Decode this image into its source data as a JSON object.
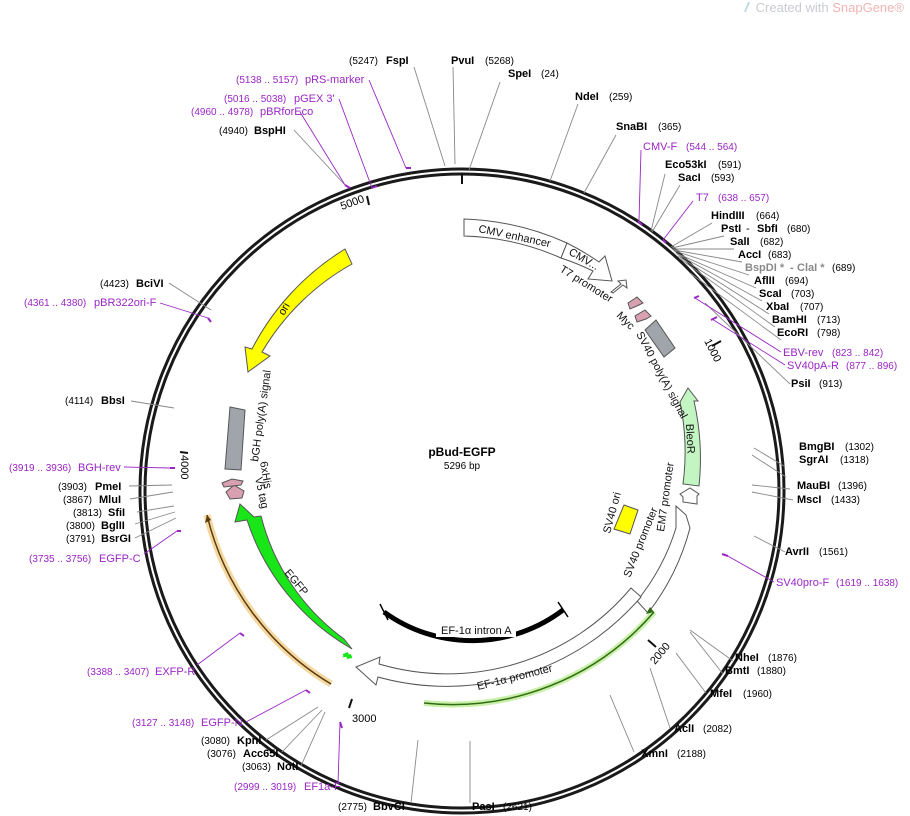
{
  "watermark": {
    "prefix": "Created with ",
    "brand": "SnapGene",
    "mark": "®"
  },
  "map": {
    "name": "pBud-EGFP",
    "size_label": "5296 bp",
    "length": 5296,
    "tick_labels": [
      "1000",
      "2000",
      "3000",
      "4000",
      "5000"
    ]
  },
  "sites": [
    {
      "name": "SpeI",
      "pos": "(24)",
      "side": "r"
    },
    {
      "name": "NdeI",
      "pos": "(259)",
      "side": "r"
    },
    {
      "name": "SnaBI",
      "pos": "(365)",
      "side": "r"
    },
    {
      "name": "Eco53kI",
      "pos": "(591)",
      "side": "r"
    },
    {
      "name": "SacI",
      "pos": "(593)",
      "side": "r"
    },
    {
      "name": "HindIII",
      "pos": "(664)",
      "side": "r"
    },
    {
      "name": "PstI",
      "extra": "SbfI",
      "pos": "(680)",
      "side": "r"
    },
    {
      "name": "SalI",
      "pos": "(682)",
      "side": "r"
    },
    {
      "name": "AccI",
      "pos": "(683)",
      "side": "r"
    },
    {
      "name": "BspDI *",
      "extra": "ClaI *",
      "pos": "(689)",
      "side": "r",
      "grey": true
    },
    {
      "name": "AflII",
      "pos": "(694)",
      "side": "r"
    },
    {
      "name": "ScaI",
      "pos": "(703)",
      "side": "r"
    },
    {
      "name": "XbaI",
      "pos": "(707)",
      "side": "r"
    },
    {
      "name": "BamHI",
      "pos": "(713)",
      "side": "r"
    },
    {
      "name": "EcoRI",
      "pos": "(798)",
      "side": "r"
    },
    {
      "name": "PsiI",
      "pos": "(913)",
      "side": "r"
    },
    {
      "name": "BmgBI",
      "pos": "(1302)",
      "side": "r"
    },
    {
      "name": "SgrAI",
      "pos": "(1318)",
      "side": "r"
    },
    {
      "name": "MauBI",
      "pos": "(1396)",
      "side": "r"
    },
    {
      "name": "MscI",
      "pos": "(1433)",
      "side": "r"
    },
    {
      "name": "AvrII",
      "pos": "(1561)",
      "side": "r"
    },
    {
      "name": "NheI",
      "pos": "(1876)",
      "side": "r"
    },
    {
      "name": "BmtI",
      "pos": "(1880)",
      "side": "r"
    },
    {
      "name": "MfeI",
      "pos": "(1960)",
      "side": "r"
    },
    {
      "name": "AclI",
      "pos": "(2082)",
      "side": "r"
    },
    {
      "name": "XmnI",
      "pos": "(2188)",
      "side": "r"
    },
    {
      "name": "PasI",
      "pos": "(2621)",
      "side": "r"
    },
    {
      "name": "BbvCI",
      "pos": "(2775)",
      "side": "l"
    },
    {
      "name": "NotI",
      "pos": "(3063)",
      "side": "l"
    },
    {
      "name": "Acc65I",
      "pos": "(3076)",
      "side": "l"
    },
    {
      "name": "KpnI",
      "pos": "(3080)",
      "side": "l"
    },
    {
      "name": "BsrGI",
      "pos": "(3791)",
      "side": "l"
    },
    {
      "name": "BglII",
      "pos": "(3800)",
      "side": "l"
    },
    {
      "name": "SfiI",
      "pos": "(3813)",
      "side": "l"
    },
    {
      "name": "MluI",
      "pos": "(3867)",
      "side": "l"
    },
    {
      "name": "PmeI",
      "pos": "(3903)",
      "side": "l"
    },
    {
      "name": "BbsI",
      "pos": "(4114)",
      "side": "l"
    },
    {
      "name": "BciVI",
      "pos": "(4423)",
      "side": "l"
    },
    {
      "name": "BspHI",
      "pos": "(4940)",
      "side": "l"
    },
    {
      "name": "FspI",
      "pos": "(5247)",
      "side": "l"
    },
    {
      "name": "PvuI",
      "pos": "(5268)",
      "side": "r"
    }
  ],
  "primers": [
    {
      "name": "CMV-F",
      "range": "(544 .. 564)",
      "side": "r"
    },
    {
      "name": "T7",
      "range": "(638 .. 657)",
      "side": "r"
    },
    {
      "name": "EBV-rev",
      "range": "(823 .. 842)",
      "side": "r"
    },
    {
      "name": "SV40pA-R",
      "range": "(877 .. 896)",
      "side": "r"
    },
    {
      "name": "SV40pro-F",
      "range": "(1619 .. 1638)",
      "side": "r"
    },
    {
      "name": "EF1a-F",
      "range": "(2999 .. 3019)",
      "side": "l"
    },
    {
      "name": "EGFP-N",
      "range": "(3127 .. 3148)",
      "side": "l"
    },
    {
      "name": "EXFP-R",
      "range": "(3388 .. 3407)",
      "side": "l"
    },
    {
      "name": "EGFP-C",
      "range": "(3735 .. 3756)",
      "side": "l"
    },
    {
      "name": "BGH-rev",
      "range": "(3919 .. 3936)",
      "side": "l"
    },
    {
      "name": "pBR322ori-F",
      "range": "(4361 .. 4380)",
      "side": "l"
    },
    {
      "name": "pBRforEco",
      "range": "(4960 .. 4978)",
      "side": "l"
    },
    {
      "name": "pGEX 3'",
      "range": "(5016 .. 5038)",
      "side": "l"
    },
    {
      "name": "pRS-marker",
      "range": "(5138 .. 5157)",
      "side": "l"
    }
  ],
  "features": [
    {
      "name": "CMV enhancer"
    },
    {
      "name": "CMV..."
    },
    {
      "name": "T7 promoter"
    },
    {
      "name": "Myc"
    },
    {
      "name": "SV40 poly(A) signal"
    },
    {
      "name": "BleoR"
    },
    {
      "name": "EM7 promoter"
    },
    {
      "name": "SV40 ori"
    },
    {
      "name": "SV40 promoter"
    },
    {
      "name": "EF-1α intron A"
    },
    {
      "name": "EF-1α promoter"
    },
    {
      "name": "EGFP"
    },
    {
      "name": "V5 tag"
    },
    {
      "name": "6xHis"
    },
    {
      "name": "bGH poly(A) signal"
    },
    {
      "name": "ori"
    }
  ],
  "colors": {
    "backbone": "#1a1a1a",
    "primer": "#9a26c4",
    "ori": "#ffff00",
    "egfp": "#19e619",
    "bleor": "#c3f5c3",
    "terminator": "#a0a4ab",
    "tag": "#d8a0b0",
    "sv40ori": "#ffff00",
    "primer_highlight": "#f5d8a0",
    "promoter_highlight": "#c9f0a8"
  }
}
